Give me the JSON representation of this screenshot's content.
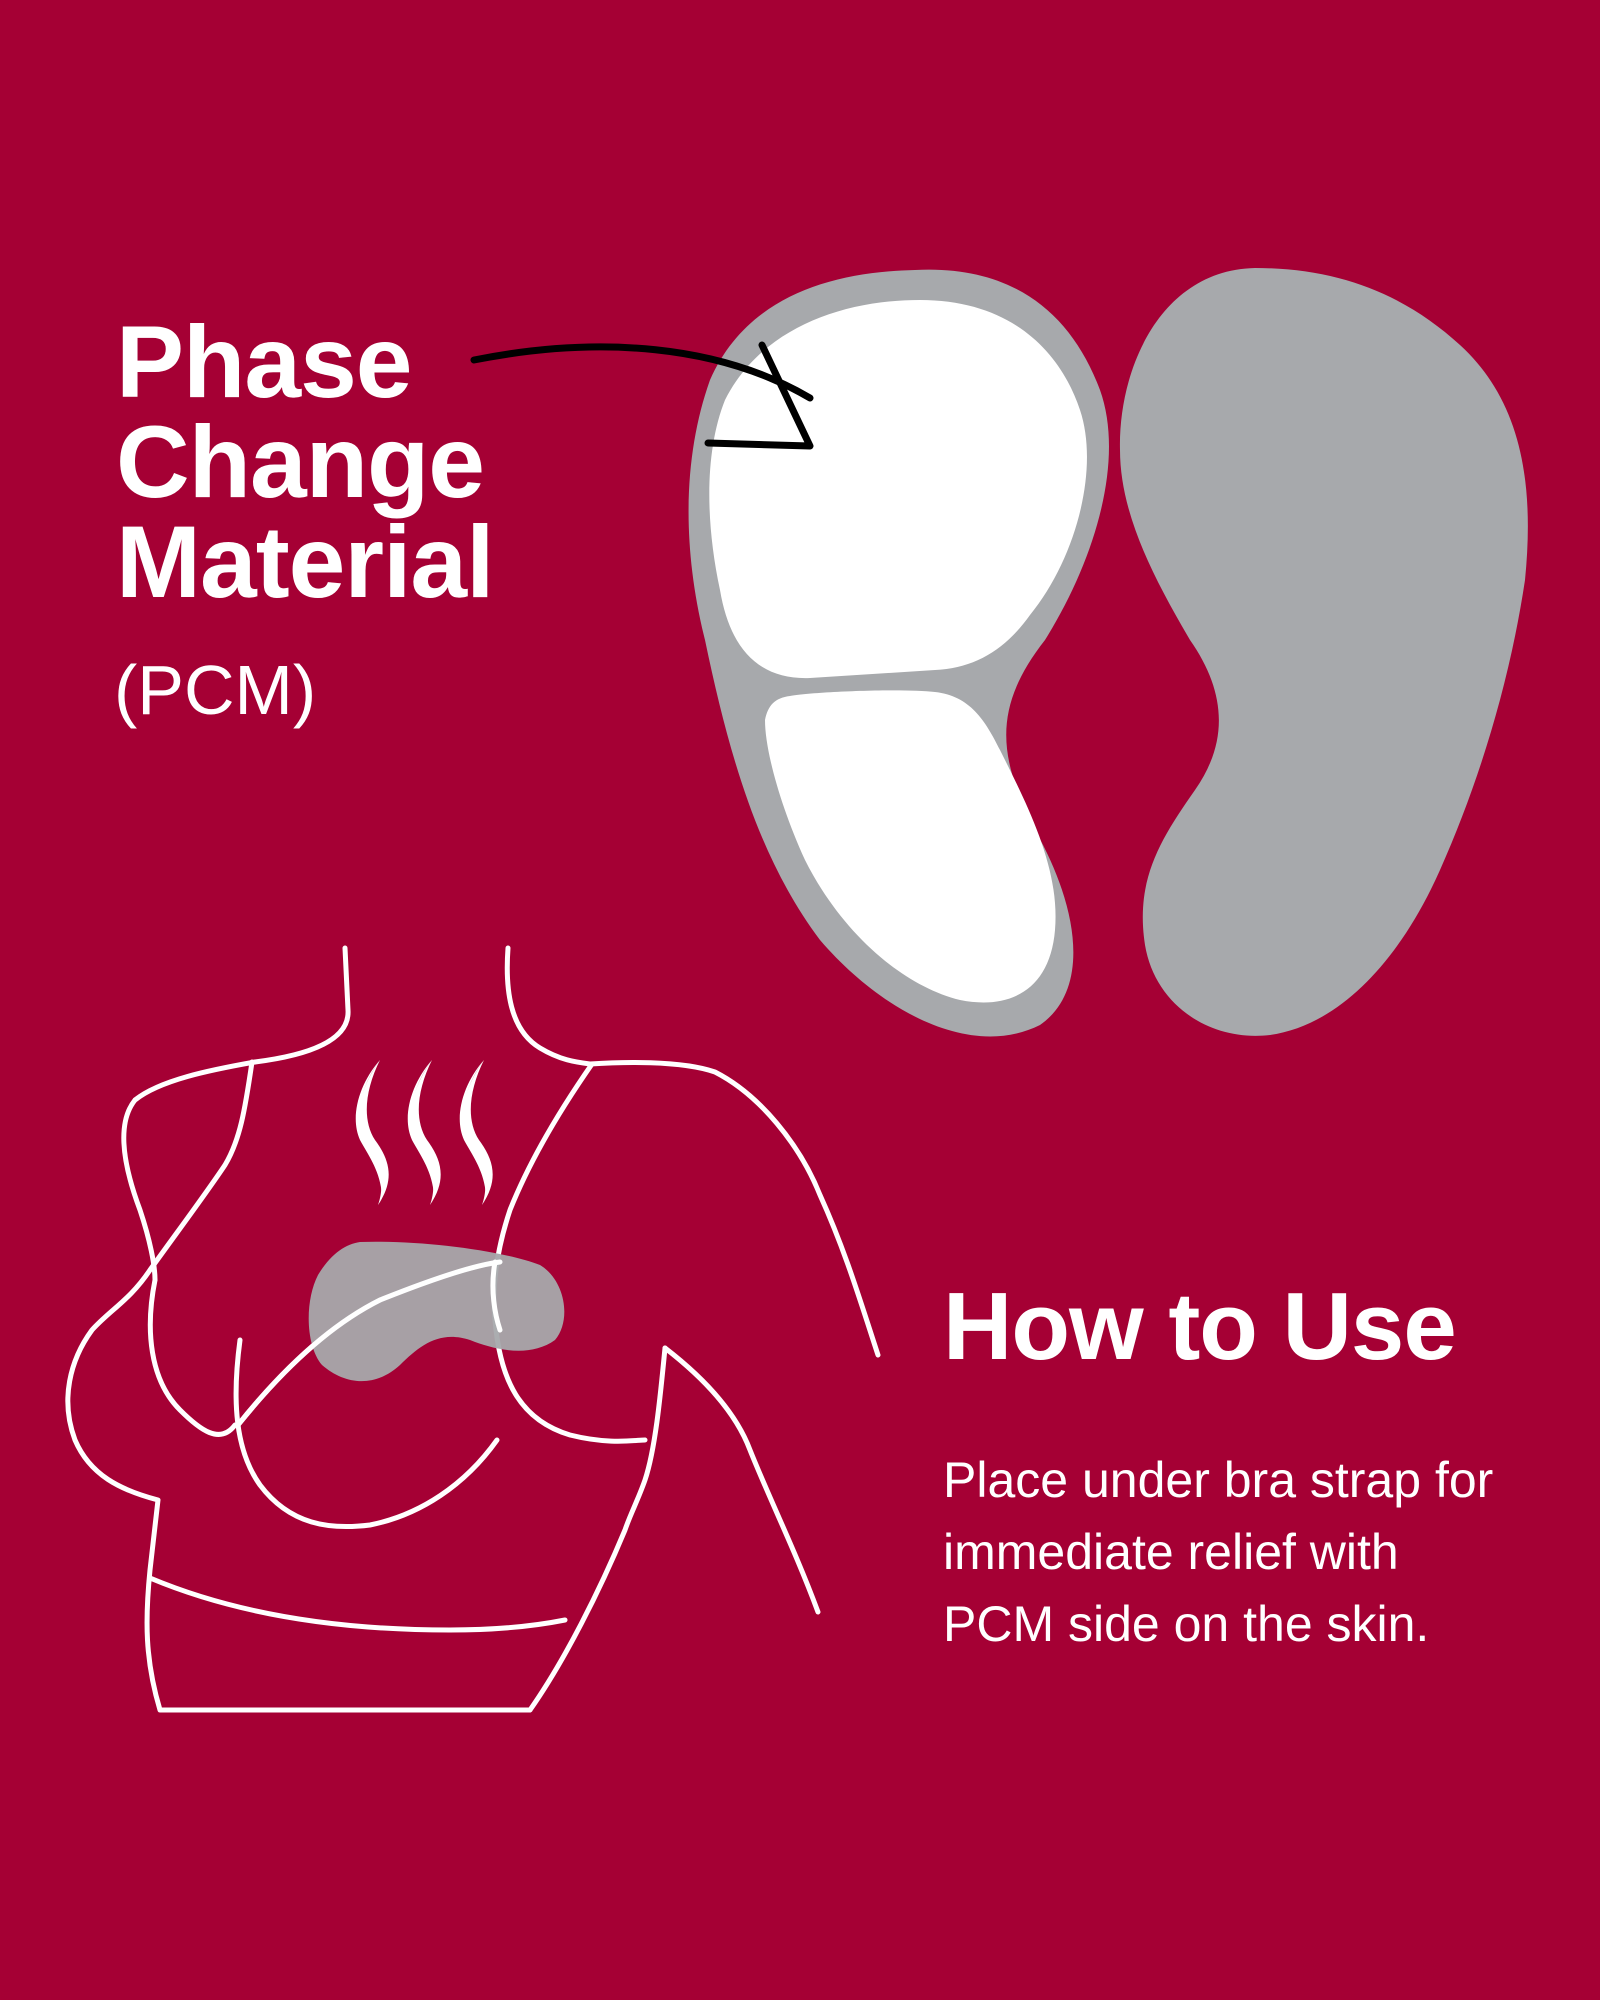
{
  "title_lines": [
    "Phase",
    "Change",
    "Material"
  ],
  "subtitle": "(PCM)",
  "howto": {
    "heading": "How to Use",
    "text": "Place under bra strap for immediate relief with PCM side on the skin."
  },
  "colors": {
    "background": "#A50034",
    "pad_gray": "#A7A9AC",
    "pcm_white": "#FFFFFF",
    "line_white": "#FFFFFF",
    "arrow": "#000000"
  },
  "icons": [
    "pcm-pad-front-icon",
    "pcm-pad-back-icon",
    "arrow-icon",
    "torso-illustration",
    "heat-waves-icon",
    "pad-on-shoulder-icon"
  ]
}
